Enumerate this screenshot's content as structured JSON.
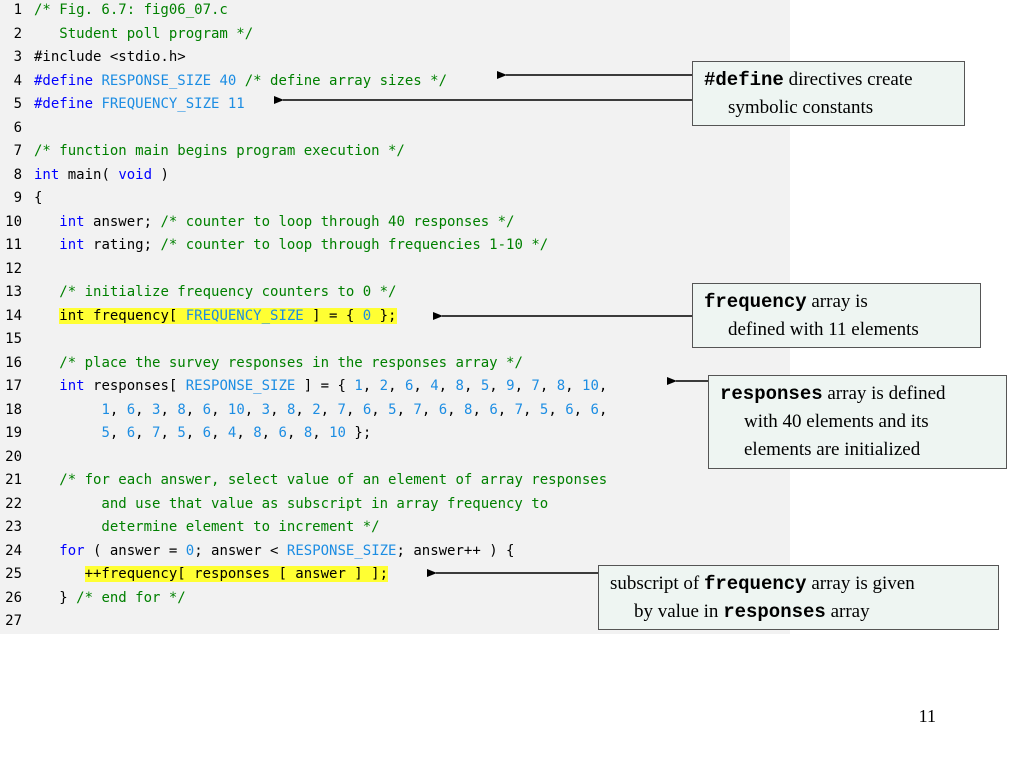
{
  "code": {
    "line_numbers": [
      "1",
      "2",
      "3",
      "4",
      "5",
      "6",
      "7",
      "8",
      "9",
      "10",
      "11",
      "12",
      "13",
      "14",
      "15",
      "16",
      "17",
      "18",
      "19",
      "20",
      "21",
      "22",
      "23",
      "24",
      "25",
      "26",
      "27"
    ],
    "highlight_color": "#ffff33",
    "lines": [
      [
        {
          "t": "c",
          "s": "/* Fig. 6.7: fig06_07.c"
        }
      ],
      [
        {
          "t": "c",
          "s": "   Student poll program */"
        }
      ],
      [
        {
          "t": "p",
          "s": "#include <stdio.h>"
        }
      ],
      [
        {
          "t": "k",
          "s": "#define "
        },
        {
          "t": "n",
          "s": "RESPONSE_SIZE 40 "
        },
        {
          "t": "c",
          "s": "/* define array sizes */"
        }
      ],
      [
        {
          "t": "k",
          "s": "#define "
        },
        {
          "t": "n",
          "s": "FREQUENCY_SIZE 11"
        }
      ],
      [],
      [
        {
          "t": "c",
          "s": "/* function main begins program execution */"
        }
      ],
      [
        {
          "t": "k",
          "s": "int"
        },
        {
          "t": "p",
          "s": " main( "
        },
        {
          "t": "k",
          "s": "void"
        },
        {
          "t": "p",
          "s": " )"
        }
      ],
      [
        {
          "t": "p",
          "s": "{"
        }
      ],
      [
        {
          "t": "p",
          "s": "   "
        },
        {
          "t": "k",
          "s": "int"
        },
        {
          "t": "p",
          "s": " answer; "
        },
        {
          "t": "c",
          "s": "/* counter to loop through 40 responses */"
        }
      ],
      [
        {
          "t": "p",
          "s": "   "
        },
        {
          "t": "k",
          "s": "int"
        },
        {
          "t": "p",
          "s": " rating; "
        },
        {
          "t": "c",
          "s": "/* counter to loop through frequencies 1-10 */"
        }
      ],
      [],
      [
        {
          "t": "p",
          "s": "   "
        },
        {
          "t": "c",
          "s": "/* initialize frequency counters to 0 */"
        }
      ],
      [
        {
          "t": "p",
          "s": "   "
        },
        {
          "t": "p",
          "s": "int frequency[ ",
          "h": true
        },
        {
          "t": "n",
          "s": "FREQUENCY_SIZE",
          "h": true
        },
        {
          "t": "p",
          "s": " ] = { ",
          "h": true
        },
        {
          "t": "n",
          "s": "0",
          "h": true
        },
        {
          "t": "p",
          "s": " };",
          "h": true
        }
      ],
      [],
      [
        {
          "t": "p",
          "s": "   "
        },
        {
          "t": "c",
          "s": "/* place the survey responses in the responses array */"
        }
      ],
      [
        {
          "t": "p",
          "s": "   "
        },
        {
          "t": "k",
          "s": "int"
        },
        {
          "t": "p",
          "s": " responses[ "
        },
        {
          "t": "n",
          "s": "RESPONSE_SIZE"
        },
        {
          "t": "p",
          "s": " ] = { "
        },
        {
          "t": "n",
          "s": "1"
        },
        {
          "t": "p",
          "s": ", "
        },
        {
          "t": "n",
          "s": "2"
        },
        {
          "t": "p",
          "s": ", "
        },
        {
          "t": "n",
          "s": "6"
        },
        {
          "t": "p",
          "s": ", "
        },
        {
          "t": "n",
          "s": "4"
        },
        {
          "t": "p",
          "s": ", "
        },
        {
          "t": "n",
          "s": "8"
        },
        {
          "t": "p",
          "s": ", "
        },
        {
          "t": "n",
          "s": "5"
        },
        {
          "t": "p",
          "s": ", "
        },
        {
          "t": "n",
          "s": "9"
        },
        {
          "t": "p",
          "s": ", "
        },
        {
          "t": "n",
          "s": "7"
        },
        {
          "t": "p",
          "s": ", "
        },
        {
          "t": "n",
          "s": "8"
        },
        {
          "t": "p",
          "s": ", "
        },
        {
          "t": "n",
          "s": "10"
        },
        {
          "t": "p",
          "s": ","
        }
      ],
      [
        {
          "t": "p",
          "s": "        "
        },
        {
          "t": "n",
          "s": "1"
        },
        {
          "t": "p",
          "s": ", "
        },
        {
          "t": "n",
          "s": "6"
        },
        {
          "t": "p",
          "s": ", "
        },
        {
          "t": "n",
          "s": "3"
        },
        {
          "t": "p",
          "s": ", "
        },
        {
          "t": "n",
          "s": "8"
        },
        {
          "t": "p",
          "s": ", "
        },
        {
          "t": "n",
          "s": "6"
        },
        {
          "t": "p",
          "s": ", "
        },
        {
          "t": "n",
          "s": "10"
        },
        {
          "t": "p",
          "s": ", "
        },
        {
          "t": "n",
          "s": "3"
        },
        {
          "t": "p",
          "s": ", "
        },
        {
          "t": "n",
          "s": "8"
        },
        {
          "t": "p",
          "s": ", "
        },
        {
          "t": "n",
          "s": "2"
        },
        {
          "t": "p",
          "s": ", "
        },
        {
          "t": "n",
          "s": "7"
        },
        {
          "t": "p",
          "s": ", "
        },
        {
          "t": "n",
          "s": "6"
        },
        {
          "t": "p",
          "s": ", "
        },
        {
          "t": "n",
          "s": "5"
        },
        {
          "t": "p",
          "s": ", "
        },
        {
          "t": "n",
          "s": "7"
        },
        {
          "t": "p",
          "s": ", "
        },
        {
          "t": "n",
          "s": "6"
        },
        {
          "t": "p",
          "s": ", "
        },
        {
          "t": "n",
          "s": "8"
        },
        {
          "t": "p",
          "s": ", "
        },
        {
          "t": "n",
          "s": "6"
        },
        {
          "t": "p",
          "s": ", "
        },
        {
          "t": "n",
          "s": "7"
        },
        {
          "t": "p",
          "s": ", "
        },
        {
          "t": "n",
          "s": "5"
        },
        {
          "t": "p",
          "s": ", "
        },
        {
          "t": "n",
          "s": "6"
        },
        {
          "t": "p",
          "s": ", "
        },
        {
          "t": "n",
          "s": "6"
        },
        {
          "t": "p",
          "s": ","
        }
      ],
      [
        {
          "t": "p",
          "s": "        "
        },
        {
          "t": "n",
          "s": "5"
        },
        {
          "t": "p",
          "s": ", "
        },
        {
          "t": "n",
          "s": "6"
        },
        {
          "t": "p",
          "s": ", "
        },
        {
          "t": "n",
          "s": "7"
        },
        {
          "t": "p",
          "s": ", "
        },
        {
          "t": "n",
          "s": "5"
        },
        {
          "t": "p",
          "s": ", "
        },
        {
          "t": "n",
          "s": "6"
        },
        {
          "t": "p",
          "s": ", "
        },
        {
          "t": "n",
          "s": "4"
        },
        {
          "t": "p",
          "s": ", "
        },
        {
          "t": "n",
          "s": "8"
        },
        {
          "t": "p",
          "s": ", "
        },
        {
          "t": "n",
          "s": "6"
        },
        {
          "t": "p",
          "s": ", "
        },
        {
          "t": "n",
          "s": "8"
        },
        {
          "t": "p",
          "s": ", "
        },
        {
          "t": "n",
          "s": "10"
        },
        {
          "t": "p",
          "s": " };"
        }
      ],
      [],
      [
        {
          "t": "p",
          "s": "   "
        },
        {
          "t": "c",
          "s": "/* for each answer, select value of an element of array responses"
        }
      ],
      [
        {
          "t": "c",
          "s": "        and use that value as subscript in array frequency to"
        }
      ],
      [
        {
          "t": "c",
          "s": "        determine element to increment */"
        }
      ],
      [
        {
          "t": "p",
          "s": "   "
        },
        {
          "t": "k",
          "s": "for"
        },
        {
          "t": "p",
          "s": " ( answer = "
        },
        {
          "t": "n",
          "s": "0"
        },
        {
          "t": "p",
          "s": "; answer < "
        },
        {
          "t": "n",
          "s": "RESPONSE_SIZE"
        },
        {
          "t": "p",
          "s": "; answer++ ) {"
        }
      ],
      [
        {
          "t": "p",
          "s": "      "
        },
        {
          "t": "p",
          "s": "++frequency[ responses [ answer ] ];",
          "h": true
        }
      ],
      [
        {
          "t": "p",
          "s": "   } "
        },
        {
          "t": "c",
          "s": "/* end for */"
        }
      ],
      []
    ]
  },
  "callouts": {
    "define": {
      "mono": "#define",
      "rest": " directives create",
      "line2": "symbolic constants"
    },
    "frequency": {
      "mono": "frequency",
      "rest": " array is",
      "line2": "defined with 11 elements"
    },
    "responses": {
      "mono": "responses",
      "rest": " array is defined",
      "line2": "with 40 elements and its",
      "line3": "elements are initialized"
    },
    "subscript": {
      "pre": "subscript of ",
      "mono": "frequency",
      "rest": " array is given",
      "line2_pre": "by value in ",
      "line2_mono": "responses",
      "line2_rest": " array"
    }
  },
  "page_number": "11"
}
